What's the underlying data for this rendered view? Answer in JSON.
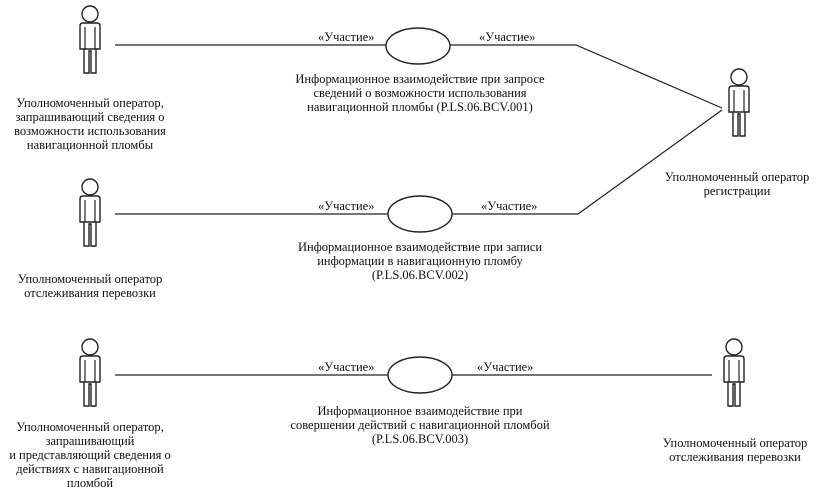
{
  "actors": {
    "op_request": "Уполномоченный оператор,\nзапрашивающий сведения о\nвозможности использования\nнавигационной пломбы",
    "op_registration": "Уполномоченный оператор\nрегистрации",
    "op_tracking_left": "Уполномоченный оператор\nотслеживания перевозки",
    "op_actions": "Уполномоченный оператор,\nзапрашивающий\nи представляющий сведения о\nдействиях с навигационной\nпломбой",
    "op_tracking_right": "Уполномоченный оператор\nотслеживания перевозки"
  },
  "use_cases": {
    "uc1": "Информационное взаимодействие при запросе\nсведений о возможности использования\nнавигационной пломбы (P.LS.06.BCV.001)",
    "uc2": "Информационное взаимодействие при записи\nинформации в навигационную пломбу\n(P.LS.06.BCV.002)",
    "uc3": "Информационное взаимодействие при\nсовершении действий с навигационной пломбой\n(P.LS.06.BCV.003)"
  },
  "stereotypes": {
    "participation": "«Участие»"
  }
}
